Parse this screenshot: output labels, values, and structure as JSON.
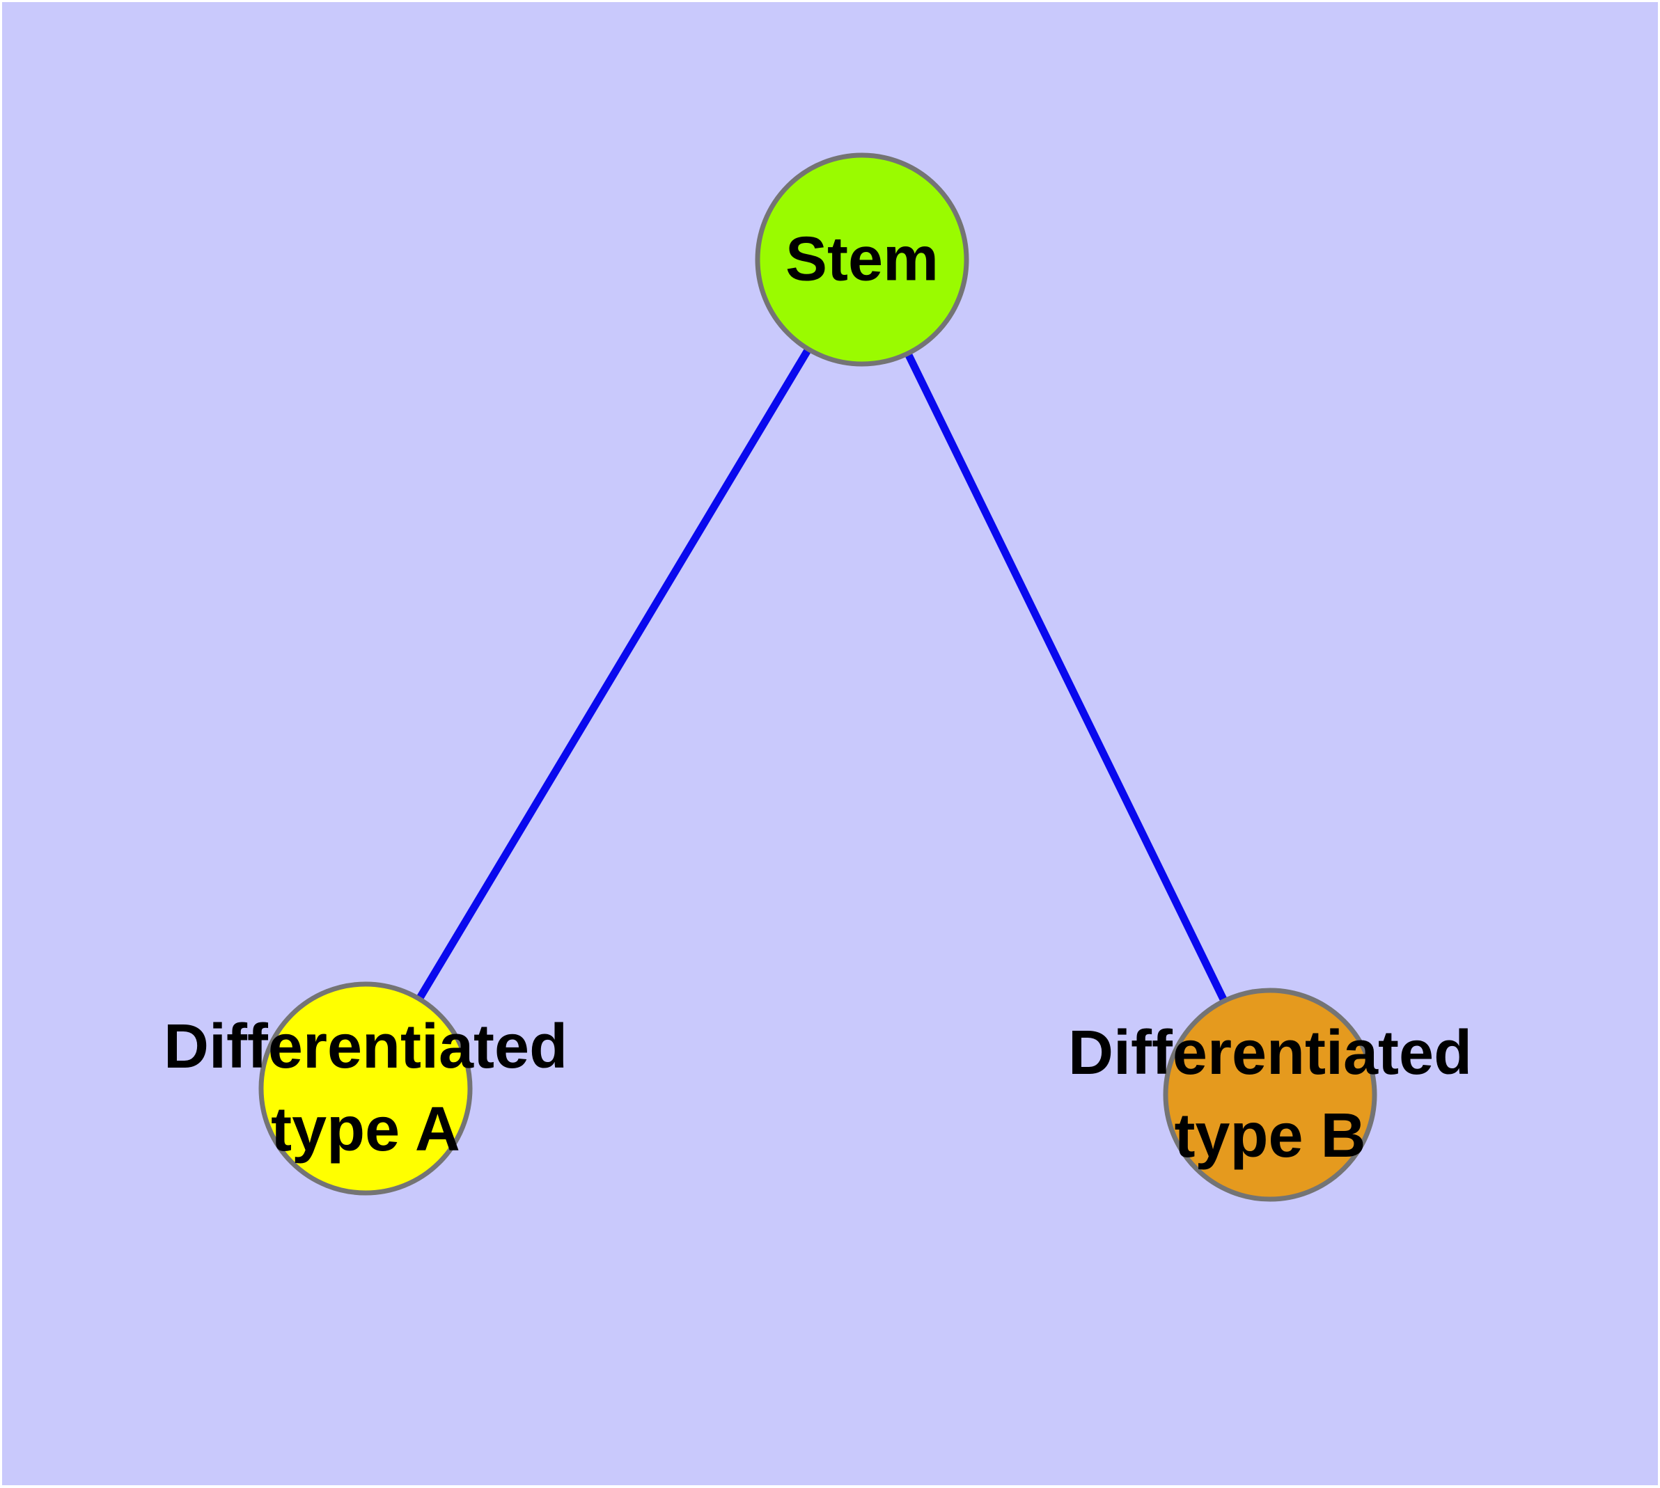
{
  "diagram": {
    "kind": "node-link-graph",
    "background_color": "#C9C9FC",
    "edge_color": "#0909EE",
    "node_border_color": "#747474",
    "nodes": [
      {
        "id": "stem",
        "label": "Stem",
        "lines": [
          "Stem"
        ],
        "fill": "#9AFB00"
      },
      {
        "id": "diff-a",
        "label": "Differentiated type A",
        "lines": [
          "Differentiated",
          "type A"
        ],
        "fill": "#FFFF00"
      },
      {
        "id": "diff-b",
        "label": "Differentiated type B",
        "lines": [
          "Differentiated",
          "type B"
        ],
        "fill": "#E59A1E"
      }
    ],
    "edges": [
      {
        "from": "Stem",
        "to": "Differentiated type A"
      },
      {
        "from": "Stem",
        "to": "Differentiated type B"
      }
    ]
  }
}
